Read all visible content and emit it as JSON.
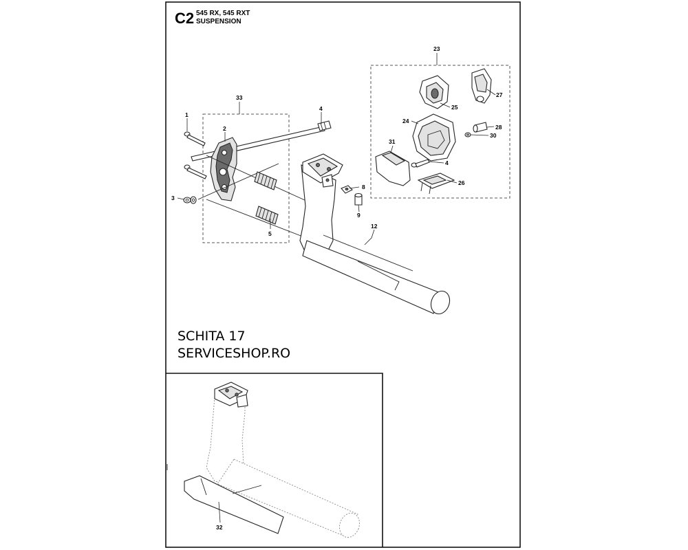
{
  "header": {
    "code": "C2",
    "models": "545 RX, 545 RXT",
    "section": "SUSPENSION"
  },
  "watermark": {
    "line1": "SCHITA 17",
    "line2": "SERVICESHOP.RO"
  },
  "callouts": {
    "c1": "1",
    "c2": "2",
    "c3": "3",
    "c4a": "4",
    "c4b": "4",
    "c5": "5",
    "c8": "8",
    "c9": "9",
    "c12": "12",
    "c23": "23",
    "c24": "24",
    "c25": "25",
    "c26": "26",
    "c27": "27",
    "c28": "28",
    "c30": "30",
    "c31": "31",
    "c32": "32",
    "c33": "33"
  }
}
